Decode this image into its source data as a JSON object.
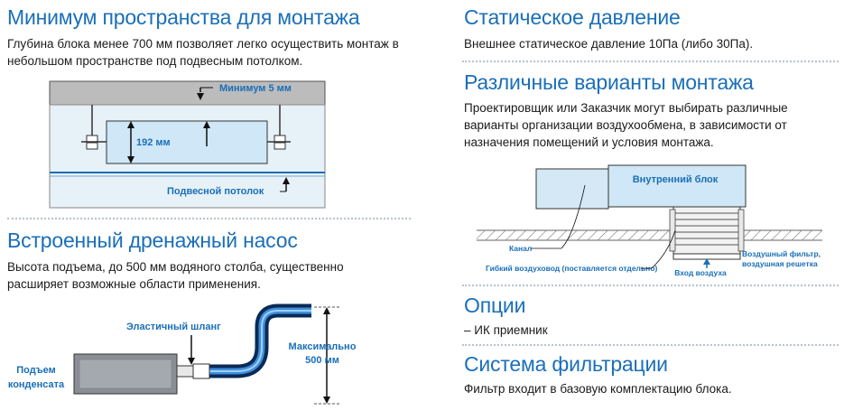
{
  "left": {
    "mounting": {
      "title": "Минимум пространства для монтажа",
      "text": "Глубина блока менее 700 мм позволяет легко осуществить монтаж в небольшом пространстве под подвесным потолком.",
      "diagram": {
        "min_label": "Минимум 5 мм",
        "height_label": "192 мм",
        "ceiling_label": "Подвесной потолок"
      }
    },
    "pump": {
      "title": "Встроенный дренажный насос",
      "text": "Высота подъема, до 500 мм водяного столба, существенно расширяет возможные области применения.",
      "diagram": {
        "hose_label": "Эластичный шланг",
        "max_label_1": "Максимально",
        "max_label_2": "500 мм",
        "lift_label_1": "Подъем",
        "lift_label_2": "конденсата"
      }
    }
  },
  "right": {
    "pressure": {
      "title": "Статическое давление",
      "text": "Внешнее статическое давление 10Па (либо 30Па)."
    },
    "variants": {
      "title": "Различные варианты монтажа",
      "text": "Проектировщик или Заказчик могут выбирать различные варианты организации воздухообмена, в зависимости от назначения помещений и условия монтажа.",
      "diagram": {
        "unit_label": "Внутренний блок",
        "channel_label": "Канал",
        "duct_label": "Гибкий воздуховод (поставляется отдельно)",
        "filter_label_1": "Воздушный фильтр,",
        "filter_label_2": "воздушная решетка",
        "intake_label": "Вход воздуха"
      }
    },
    "options": {
      "title": "Опции",
      "text": "– ИК приемник"
    },
    "filtration": {
      "title": "Система фильтрации",
      "text": "Фильтр входит в базовую комплектацию блока."
    }
  },
  "colors": {
    "accent": "#1a6fb8",
    "panel": "#dde7ee",
    "unit": "#cfe7f6"
  }
}
